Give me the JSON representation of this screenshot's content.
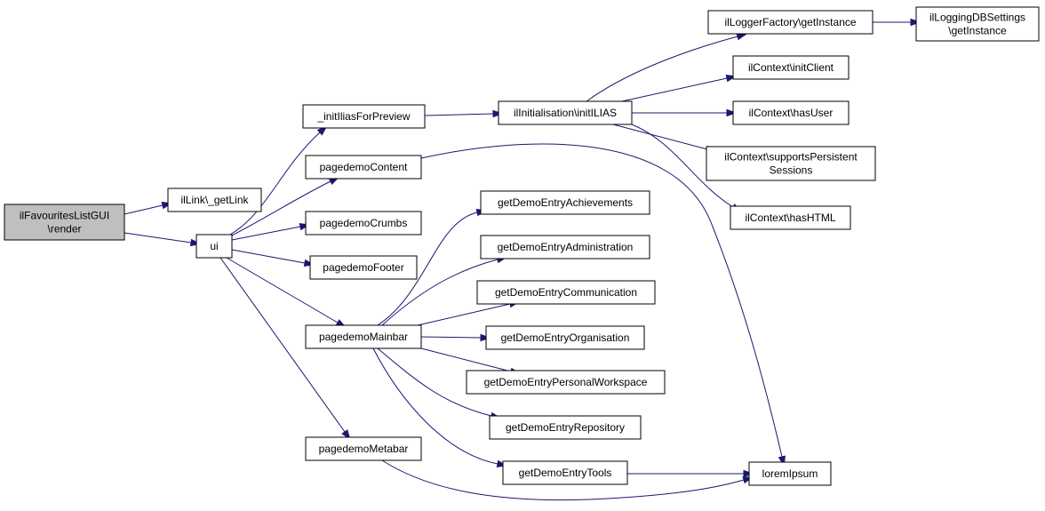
{
  "graph": {
    "nodes": [
      {
        "id": "root",
        "lines": [
          "ilFavouritesListGUI",
          "\\render"
        ],
        "root": true
      },
      {
        "id": "getlink",
        "lines": [
          "ilLink\\_getLink"
        ]
      },
      {
        "id": "ui",
        "lines": [
          "ui"
        ]
      },
      {
        "id": "initilias_preview",
        "lines": [
          "_initIliasForPreview"
        ]
      },
      {
        "id": "pd_content",
        "lines": [
          "pagedemoContent"
        ]
      },
      {
        "id": "pd_crumbs",
        "lines": [
          "pagedemoCrumbs"
        ]
      },
      {
        "id": "pd_footer",
        "lines": [
          "pagedemoFooter"
        ]
      },
      {
        "id": "pd_mainbar",
        "lines": [
          "pagedemoMainbar"
        ]
      },
      {
        "id": "pd_metabar",
        "lines": [
          "pagedemoMetabar"
        ]
      },
      {
        "id": "init_ilias",
        "lines": [
          "ilInitialisation\\initILIAS"
        ]
      },
      {
        "id": "logger_factory",
        "lines": [
          "ilLoggerFactory\\getInstance"
        ]
      },
      {
        "id": "logging_db",
        "lines": [
          "ilLoggingDBSettings",
          "\\getInstance"
        ]
      },
      {
        "id": "ctx_initclient",
        "lines": [
          "ilContext\\initClient"
        ]
      },
      {
        "id": "ctx_hasuser",
        "lines": [
          "ilContext\\hasUser"
        ]
      },
      {
        "id": "ctx_persistent",
        "lines": [
          "ilContext\\supportsPersistent",
          "Sessions"
        ]
      },
      {
        "id": "ctx_hashtml",
        "lines": [
          "ilContext\\hasHTML"
        ]
      },
      {
        "id": "entry_achievements",
        "lines": [
          "getDemoEntryAchievements"
        ]
      },
      {
        "id": "entry_administration",
        "lines": [
          "getDemoEntryAdministration"
        ]
      },
      {
        "id": "entry_communication",
        "lines": [
          "getDemoEntryCommunication"
        ]
      },
      {
        "id": "entry_organisation",
        "lines": [
          "getDemoEntryOrganisation"
        ]
      },
      {
        "id": "entry_workspace",
        "lines": [
          "getDemoEntryPersonalWorkspace"
        ]
      },
      {
        "id": "entry_repository",
        "lines": [
          "getDemoEntryRepository"
        ]
      },
      {
        "id": "entry_tools",
        "lines": [
          "getDemoEntryTools"
        ]
      },
      {
        "id": "lorem",
        "lines": [
          "loremIpsum"
        ]
      }
    ],
    "edges": [
      {
        "from": "root",
        "to": "getlink"
      },
      {
        "from": "root",
        "to": "ui"
      },
      {
        "from": "ui",
        "to": "initilias_preview"
      },
      {
        "from": "ui",
        "to": "pd_content"
      },
      {
        "from": "ui",
        "to": "pd_crumbs"
      },
      {
        "from": "ui",
        "to": "pd_footer"
      },
      {
        "from": "ui",
        "to": "pd_mainbar"
      },
      {
        "from": "ui",
        "to": "pd_metabar"
      },
      {
        "from": "initilias_preview",
        "to": "init_ilias"
      },
      {
        "from": "init_ilias",
        "to": "logger_factory"
      },
      {
        "from": "init_ilias",
        "to": "ctx_initclient"
      },
      {
        "from": "init_ilias",
        "to": "ctx_hasuser"
      },
      {
        "from": "init_ilias",
        "to": "ctx_persistent"
      },
      {
        "from": "init_ilias",
        "to": "ctx_hashtml"
      },
      {
        "from": "logger_factory",
        "to": "logging_db"
      },
      {
        "from": "pd_content",
        "to": "lorem"
      },
      {
        "from": "pd_mainbar",
        "to": "entry_achievements"
      },
      {
        "from": "pd_mainbar",
        "to": "entry_administration"
      },
      {
        "from": "pd_mainbar",
        "to": "entry_communication"
      },
      {
        "from": "pd_mainbar",
        "to": "entry_organisation"
      },
      {
        "from": "pd_mainbar",
        "to": "entry_workspace"
      },
      {
        "from": "pd_mainbar",
        "to": "entry_repository"
      },
      {
        "from": "pd_mainbar",
        "to": "entry_tools"
      },
      {
        "from": "pd_metabar",
        "to": "lorem"
      },
      {
        "from": "entry_tools",
        "to": "lorem"
      }
    ]
  }
}
